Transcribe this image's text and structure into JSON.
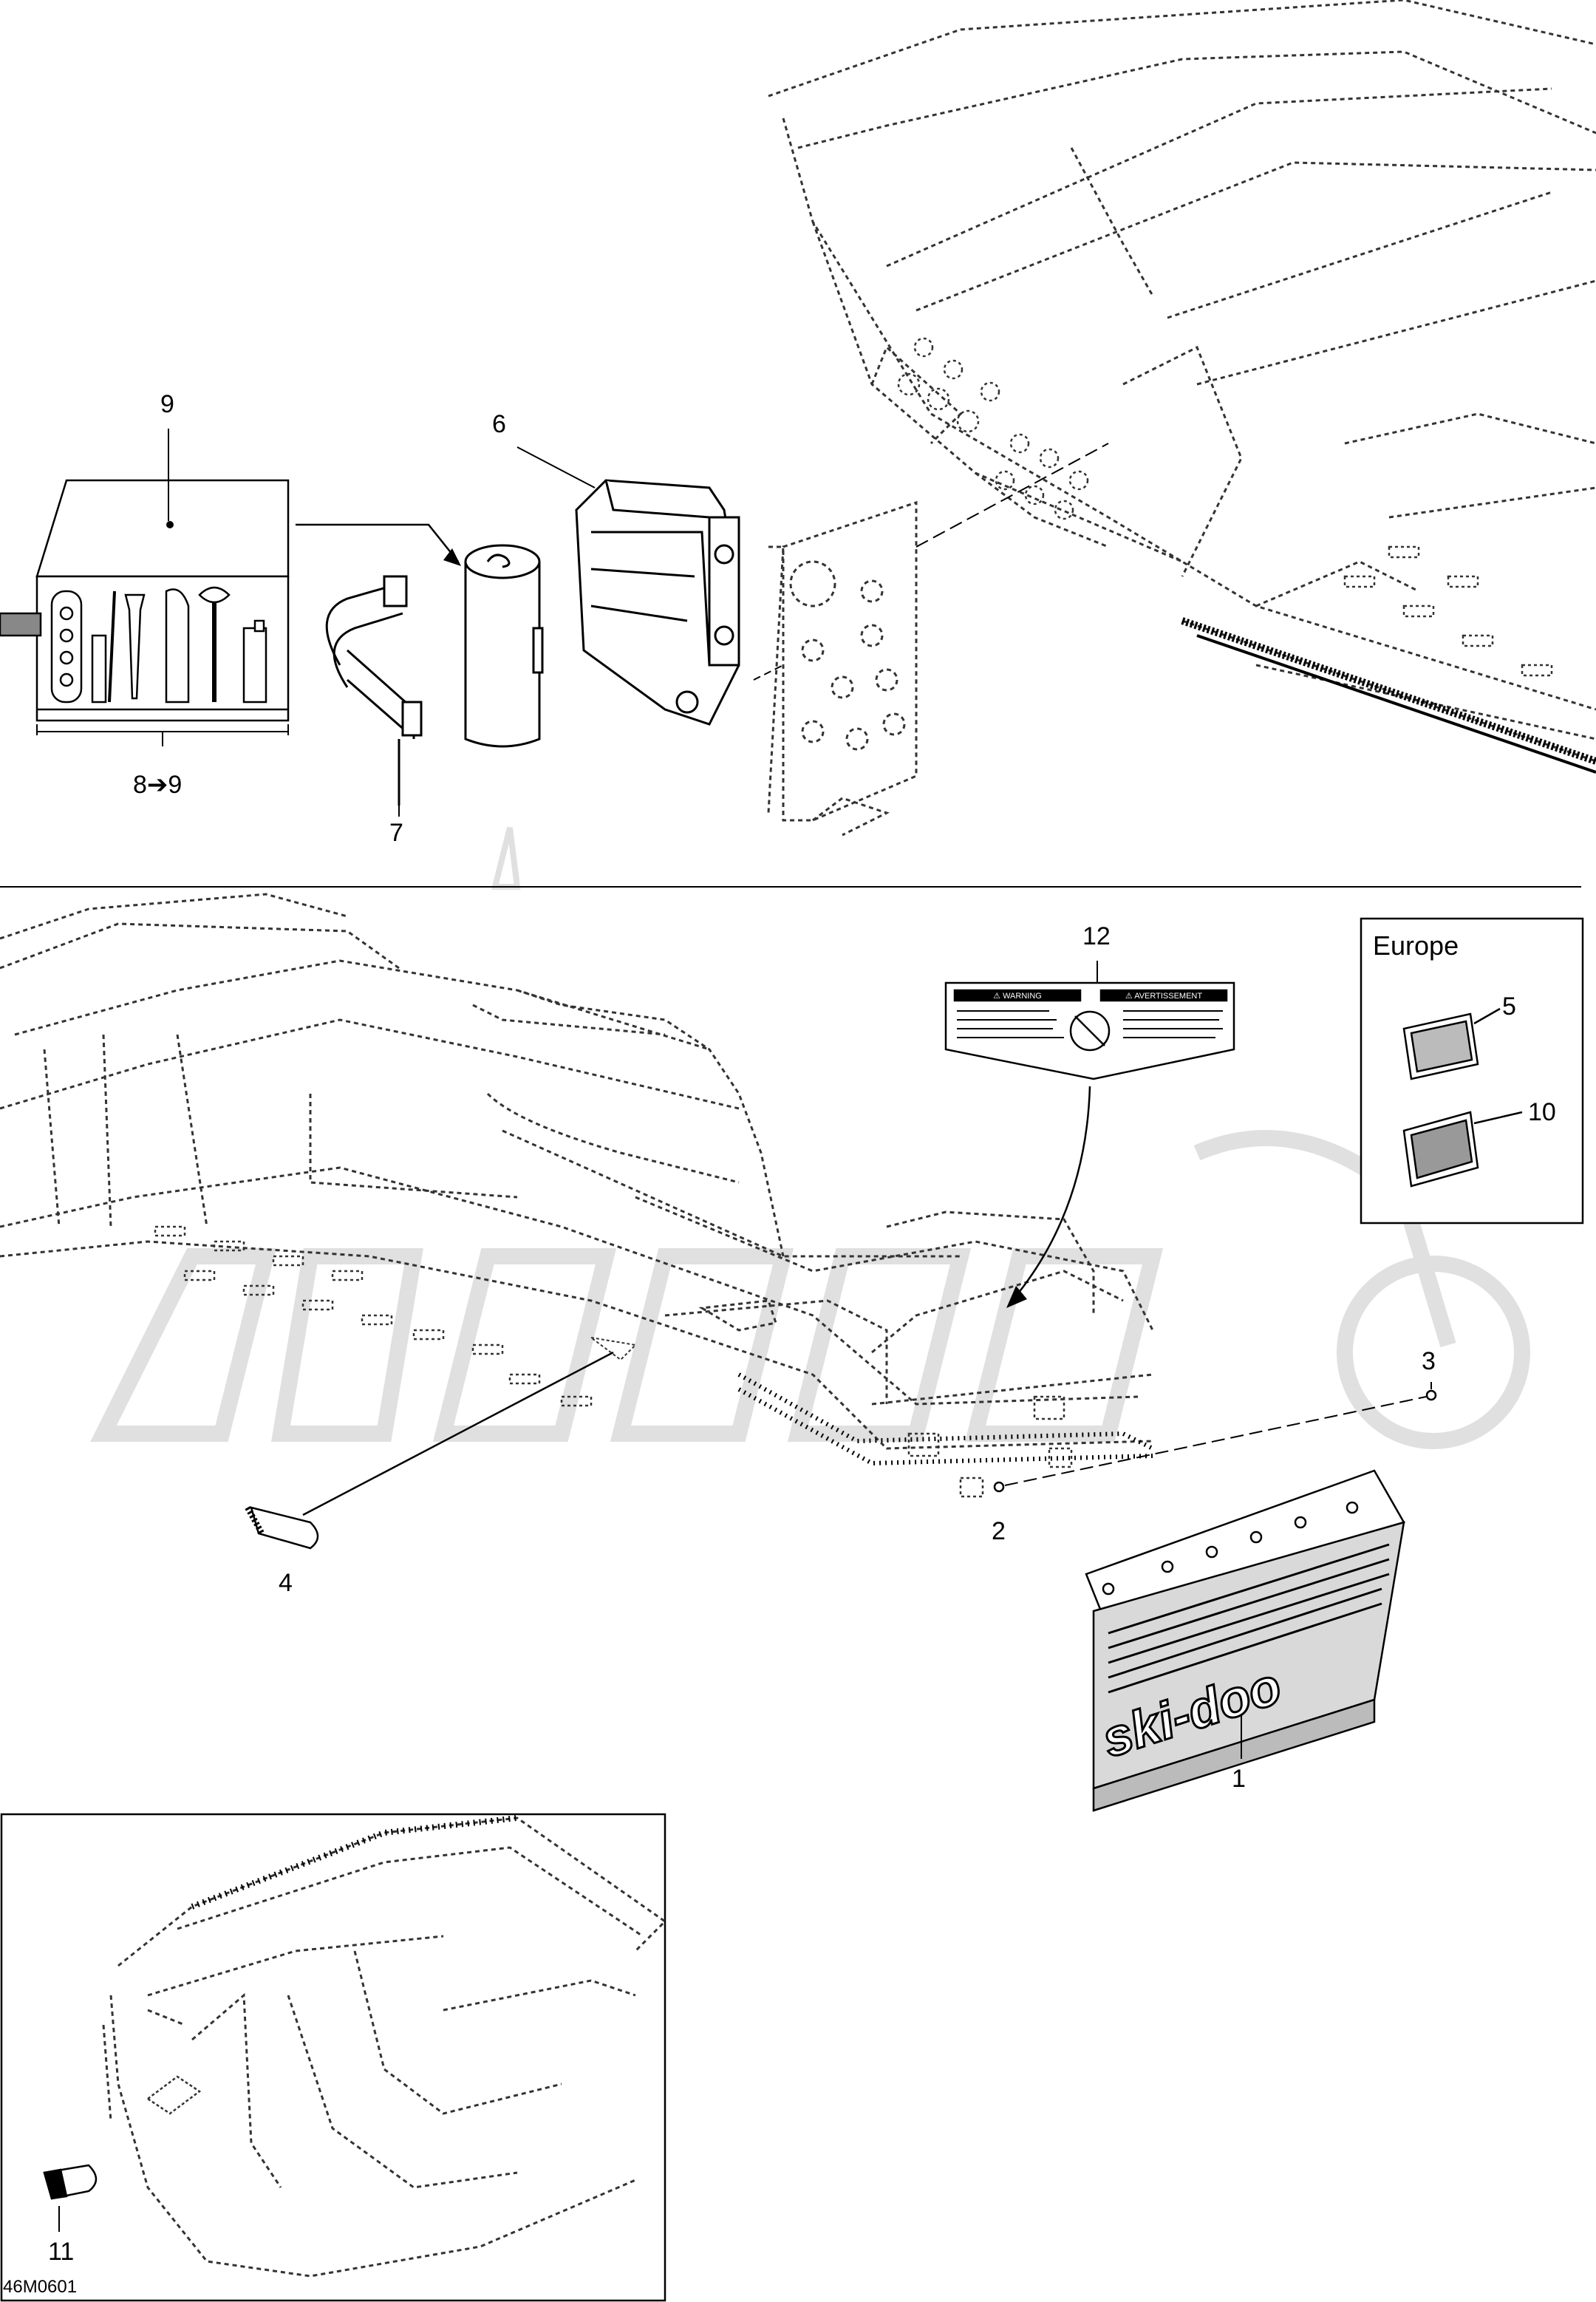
{
  "diagram": {
    "callouts": {
      "c1": "1",
      "c2": "2",
      "c3": "3",
      "c4": "4",
      "c5": "5",
      "c6": "6",
      "c7": "7",
      "c8to9": "8➔9",
      "c9": "9",
      "c10": "10",
      "c11": "11",
      "c12": "12"
    },
    "europe_box_title": "Europe",
    "drawing_code": "46M0601",
    "decal": {
      "left_heading": "⚠ WARNING",
      "right_heading": "⚠ AVERTISSEMENT"
    },
    "flap_logo": "ski-doo"
  },
  "colors": {
    "line": "#000000",
    "dotted": "#333333",
    "watermark": "#d9d9d9",
    "background": "#ffffff"
  }
}
